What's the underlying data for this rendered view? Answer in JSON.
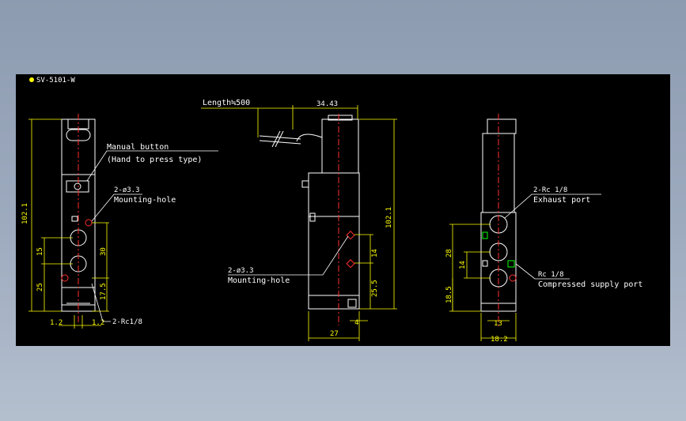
{
  "title": "SV-5101-W",
  "colors": {
    "background": "#000000",
    "outline": "#ffffff",
    "dimension": "#ffff00",
    "center": "#ff3030",
    "annotation": "#ffffff",
    "fitting": "#00ff00"
  },
  "front_view": {
    "manual_button_label_1": "Manual button",
    "manual_button_label_2": "(Hand to press type)",
    "mounting_label_1": "2-ø3.3",
    "mounting_label_2": "Mounting-hole",
    "dim_overall_height": "102.1",
    "dim_15": "15",
    "dim_25": "25",
    "dim_30": "30",
    "dim_17_5": "17.5",
    "dim_left_offset": "1.2",
    "dim_right_offset": "1.2",
    "port_label": "2-Rc1/8"
  },
  "side_view": {
    "length_label": "Length≒500",
    "dim_34_43": "34.43",
    "dim_overall_height": "102.1",
    "mounting_label_1": "2-ø3.3",
    "mounting_label_2": "Mounting-hole",
    "dim_14": "14",
    "dim_25_5": "25.5",
    "dim_4": "4",
    "dim_27": "27"
  },
  "back_view": {
    "exhaust_label_1": "2-Rc 1/8",
    "exhaust_label_2": "Exhaust port",
    "supply_label_1": "Rc 1/8",
    "supply_label_2": "Compressed supply port",
    "dim_28": "28",
    "dim_14": "14",
    "dim_18_5": "18.5",
    "dim_13": "13",
    "dim_18_2": "18.2"
  }
}
